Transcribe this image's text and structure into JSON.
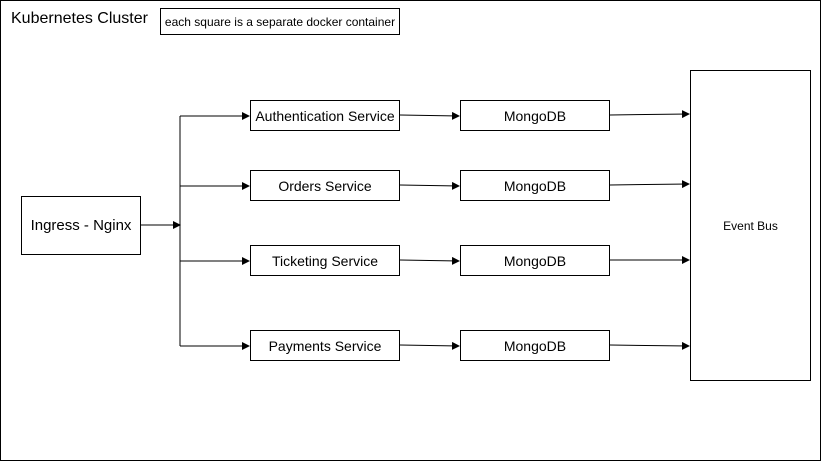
{
  "cluster": {
    "title": "Kubernetes Cluster",
    "note": "each square is a separate docker container"
  },
  "ingress": {
    "label": "Ingress - Nginx"
  },
  "services": [
    {
      "label": "Authentication Service",
      "db_label": "MongoDB"
    },
    {
      "label": "Orders Service",
      "db_label": "MongoDB"
    },
    {
      "label": "Ticketing Service",
      "db_label": "MongoDB"
    },
    {
      "label": "Payments Service",
      "db_label": "MongoDB"
    }
  ],
  "event_bus": {
    "label": "Event Bus"
  }
}
